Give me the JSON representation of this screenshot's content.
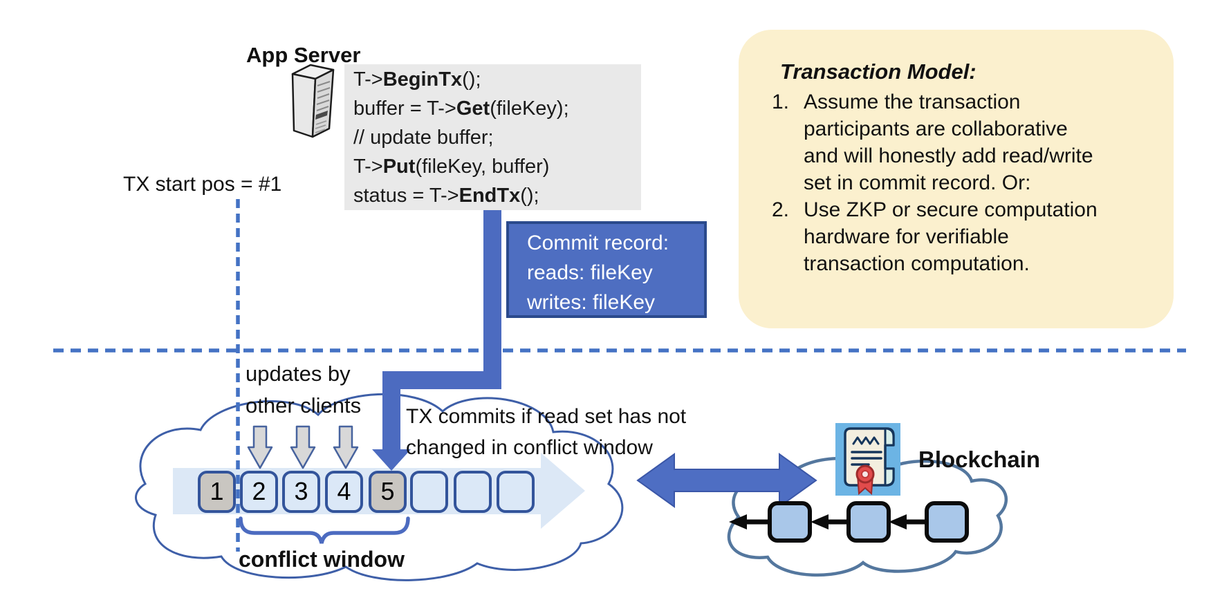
{
  "app_server": {
    "label": "App Server"
  },
  "code": {
    "lines": [
      {
        "pre": "T->",
        "bold": "BeginTx",
        "post": "();"
      },
      {
        "pre": "buffer = T->",
        "bold": "Get",
        "post": "(fileKey);"
      },
      {
        "pre": "// update buffer;",
        "bold": "",
        "post": ""
      },
      {
        "pre": "T->",
        "bold": "Put",
        "post": "(fileKey, buffer)"
      },
      {
        "pre": "status = T->",
        "bold": "EndTx",
        "post": "();"
      }
    ]
  },
  "tx_start": {
    "label": "TX start pos = #1"
  },
  "commit_record": {
    "line1": "Commit record:",
    "line2": "reads: fileKey",
    "line3": "writes: fileKey"
  },
  "transaction_model": {
    "title": "Transaction Model:",
    "items": [
      {
        "num": "1.",
        "lines": [
          "Assume the transaction",
          "participants are collaborative",
          "and will honestly add read/write",
          "set in commit record.  Or:"
        ]
      },
      {
        "num": "2.",
        "lines": [
          "Use ZKP or secure computation",
          "hardware for verifiable",
          "transaction computation."
        ]
      }
    ]
  },
  "timeline": {
    "updates_line1": "updates by",
    "updates_line2": "other clients",
    "note_line1": "TX commits if read set has not",
    "note_line2": "changed in conflict window",
    "conflict_label": "conflict window",
    "blocks": [
      {
        "label": "1",
        "variant": "gray"
      },
      {
        "label": "2",
        "variant": "blue"
      },
      {
        "label": "3",
        "variant": "blue"
      },
      {
        "label": "4",
        "variant": "blue"
      },
      {
        "label": "5",
        "variant": "gray"
      },
      {
        "label": "",
        "variant": "blue"
      },
      {
        "label": "",
        "variant": "blue"
      },
      {
        "label": "",
        "variant": "blue"
      }
    ]
  },
  "blockchain": {
    "label": "Blockchain"
  },
  "colors": {
    "accent_blue": "#4C6BC0",
    "dash_blue": "#4472C4",
    "block_border": "#33549B",
    "block_blue_fill": "#DBE8F7",
    "block_gray_fill": "#C9C6C1",
    "band_fill": "#DCE8F6",
    "commit_fill": "#4E6EC1",
    "commit_border": "#2B4A8C",
    "panel_yellow": "#FBF0CE",
    "code_gray": "#E9E9E9",
    "cloud_left_stroke": "#3E5FA8",
    "cloud_right_stroke": "#54779E",
    "cert_bg": "#6CB4E4",
    "chain_block_fill": "#A9C7E9"
  }
}
